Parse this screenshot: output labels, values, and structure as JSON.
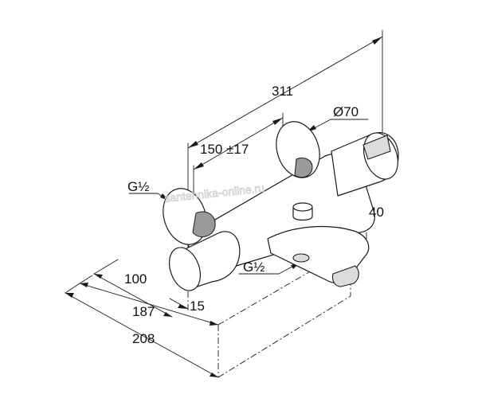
{
  "drawing": {
    "subject": "bath-shower-mixer",
    "line_color": "#1a1a1a",
    "background_color": "#ffffff"
  },
  "dimensions": {
    "overall_length": "311",
    "knob_diameter": "Ø70",
    "inlet_spacing": "150 ±17",
    "height": "40",
    "inlet_depth": "100",
    "outlet_depth": "187",
    "total_depth": "208",
    "offset": "15",
    "inlet_thread": "G½",
    "outlet_thread": "G½"
  },
  "watermark": {
    "text": "santehnika-online.ru"
  }
}
